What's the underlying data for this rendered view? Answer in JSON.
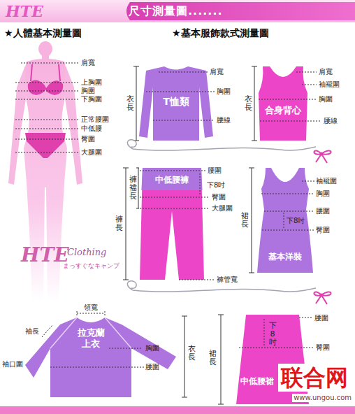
{
  "diagram": {
    "title": "尺寸測量圖.......",
    "nodes": [
      {
        "text": [
          "T恤類"
        ]
      },
      {
        "text": [
          "合身背心"
        ]
      },
      {
        "text": [
          "中低腰褲"
        ]
      },
      {
        "text": [
          "基本洋裝"
        ]
      },
      {
        "text": [
          "拉克蘭 上衣"
        ]
      },
      {
        "text": [
          "中低腰裙"
        ]
      }
    ],
    "labels": [
      "HTE",
      "★人體基本測量圖",
      "★基本服飾款式測量圖",
      "肩寬",
      "上胸圍",
      "胸圍",
      "下胸圍",
      "正常腰圍",
      "中低腰",
      "臀圍",
      "大腿圍",
      "肩寬",
      "衣長",
      "胸圍",
      "腰線",
      "肩寬",
      "袖襱圍",
      "衣長",
      "胸圍",
      "腰線",
      "褲襠長",
      "腰圍",
      "下8吋",
      "臀圍",
      "大腿圍",
      "褲長",
      "褲管寬",
      "袖襱圍",
      "胸圍",
      "腰圍",
      "下8吋",
      "臀圍",
      "裙長",
      "領寬",
      "袖長",
      "胸圍",
      "袖口圍",
      "腰圍",
      "衣長",
      "腰圍",
      "下8吋",
      "臀圍",
      "裙長",
      "HTE",
      "Clothing",
      "まっすぐなキャンプ",
      "联合网",
      "www.ungou.com"
    ]
  }
}
